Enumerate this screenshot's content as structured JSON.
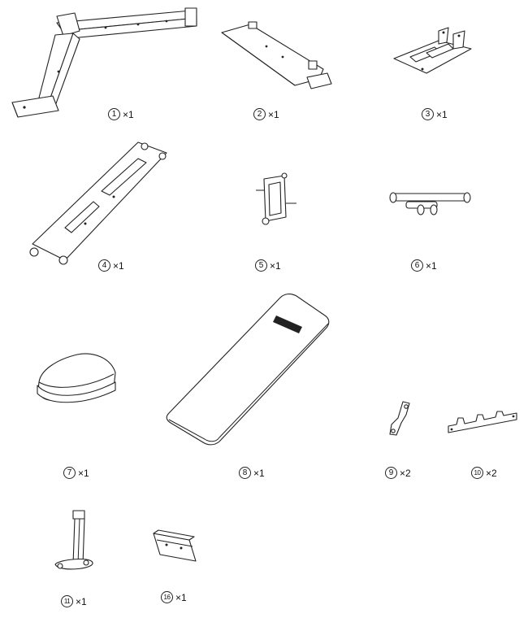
{
  "parts": [
    {
      "id": "part-1",
      "number": "1",
      "qty": "×1"
    },
    {
      "id": "part-2",
      "number": "2",
      "qty": "×1"
    },
    {
      "id": "part-3",
      "number": "3",
      "qty": "×1"
    },
    {
      "id": "part-4",
      "number": "4",
      "qty": "×1"
    },
    {
      "id": "part-5",
      "number": "5",
      "qty": "×1"
    },
    {
      "id": "part-6",
      "number": "6",
      "qty": "×1"
    },
    {
      "id": "part-7",
      "number": "7",
      "qty": "×1"
    },
    {
      "id": "part-8",
      "number": "8",
      "qty": "×1"
    },
    {
      "id": "part-9",
      "number": "9",
      "qty": "×2"
    },
    {
      "id": "part-10",
      "number": "10",
      "qty": "×2"
    },
    {
      "id": "part-11",
      "number": "11",
      "qty": "×1"
    },
    {
      "id": "part-16",
      "number": "16",
      "qty": "×1"
    }
  ]
}
